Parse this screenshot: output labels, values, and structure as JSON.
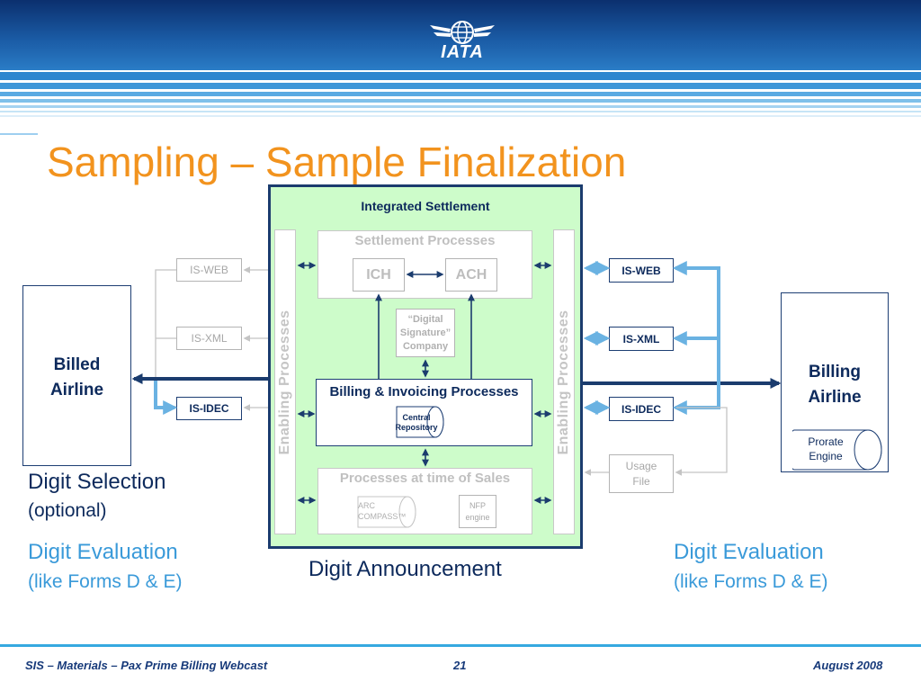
{
  "logo": {
    "text": "IATA"
  },
  "slide_title": "Sampling – Sample Finalization",
  "integrated_settlement": {
    "title": "Integrated Settlement",
    "enabling_left": "Enabling Processes",
    "enabling_right": "Enabling Processes",
    "settlement_title": "Settlement Processes",
    "ich": "ICH",
    "ach": "ACH",
    "digital_signature": [
      "“Digital",
      "Signature”",
      "Company"
    ],
    "billing_title": "Billing & Invoicing Processes",
    "central_repository": [
      "Central",
      "Repository"
    ],
    "sales_title": "Processes at time of Sales",
    "arc_compass": [
      "ARC",
      "COMPASS™"
    ],
    "nfp_engine": [
      "NFP",
      "engine"
    ]
  },
  "left_side": {
    "is_web": "IS-WEB",
    "is_xml": "IS-XML",
    "is_idec": "IS-IDEC",
    "billed_airline": [
      "Billed",
      "Airline"
    ]
  },
  "right_side": {
    "is_web": "IS-WEB",
    "is_xml": "IS-XML",
    "is_idec": "IS-IDEC",
    "usage_file": [
      "Usage",
      "File"
    ],
    "billing_airline": [
      "Billing",
      "Airline"
    ],
    "prorate_engine": [
      "Prorate",
      "Engine"
    ]
  },
  "captions": {
    "digit_selection": "Digit Selection",
    "optional": "(optional)",
    "digit_evaluation_left": "Digit Evaluation",
    "forms_left": "(like Forms D & E)",
    "digit_announcement": "Digit Announcement",
    "digit_evaluation_right": "Digit Evaluation",
    "forms_right": "(like Forms D & E)"
  },
  "footer": {
    "left": "SIS – Materials – Pax Prime Billing Webcast",
    "page": "21",
    "date": "August 2008"
  },
  "colors": {
    "title_orange": "#f2931e",
    "navy": "#0d2a5c",
    "light_blue": "#6ab2e2",
    "green_fill": "#cdfcca",
    "footer_blue": "#36a9e0"
  }
}
